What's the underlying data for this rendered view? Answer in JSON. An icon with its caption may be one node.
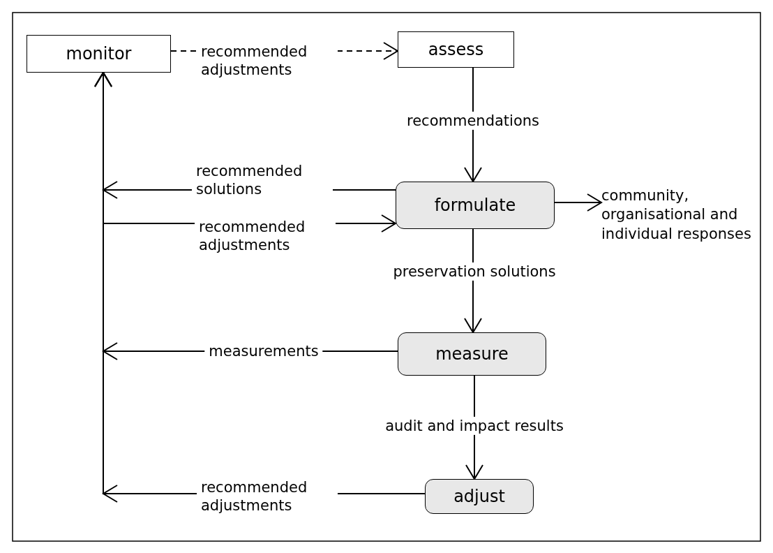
{
  "diagram": {
    "nodes": [
      {
        "text": [
          "monitor"
        ]
      },
      {
        "text": [
          "assess"
        ]
      },
      {
        "text": [
          "formulate"
        ]
      },
      {
        "text": [
          "community, organisational and individual responses"
        ]
      },
      {
        "text": [
          "measure"
        ]
      },
      {
        "text": [
          "adjust"
        ]
      }
    ],
    "edges": [
      {
        "from": 0,
        "to": 1,
        "arrow": "to",
        "label": "recommended adjustments",
        "style": "dashed"
      },
      {
        "from": 1,
        "to": 2,
        "arrow": "to",
        "label": "recommendations"
      },
      {
        "from": 2,
        "to": 0,
        "arrow": "to",
        "label": "recommended solutions"
      },
      {
        "from": 0,
        "to": 2,
        "arrow": "to",
        "label": "recommended adjustments"
      },
      {
        "from": 2,
        "to": 3,
        "arrow": "to"
      },
      {
        "from": 2,
        "to": 4,
        "arrow": "to",
        "label": "preservation solutions"
      },
      {
        "from": 4,
        "to": 0,
        "arrow": "to",
        "label": "measurements"
      },
      {
        "from": 4,
        "to": 5,
        "arrow": "to",
        "label": "audit and impact results"
      },
      {
        "from": 5,
        "to": 0,
        "arrow": "to",
        "label": "recommended adjustments"
      }
    ]
  }
}
